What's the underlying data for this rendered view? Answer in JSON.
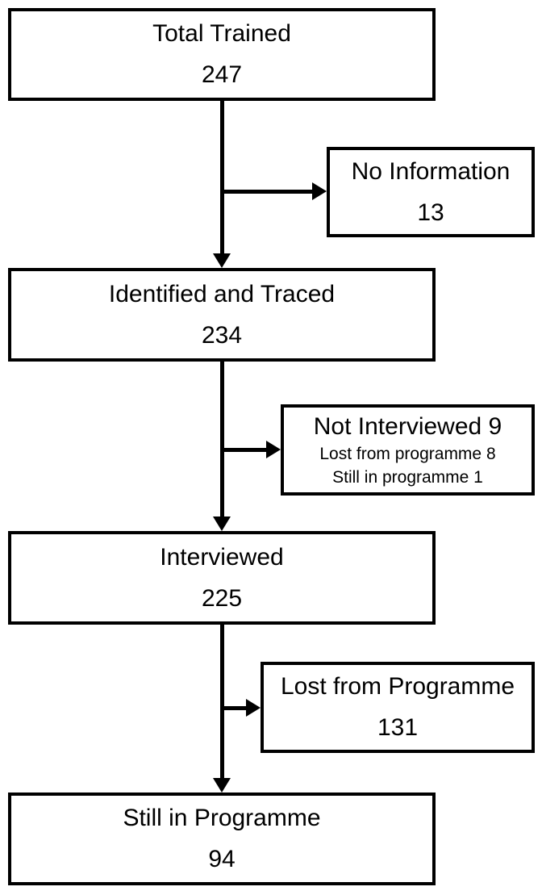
{
  "diagram": {
    "type": "flowchart",
    "colors": {
      "stroke": "#000000",
      "box_fill": "#ffffff",
      "background": "#ffffff"
    },
    "nodes": {
      "total_trained": {
        "label": "Total Trained",
        "value": "247"
      },
      "no_information": {
        "label": "No Information",
        "value": "13"
      },
      "identified_traced": {
        "label": "Identified and Traced",
        "value": "234"
      },
      "not_interviewed": {
        "heading": "Not Interviewed 9",
        "detail1": "Lost from programme 8",
        "detail2": "Still in programme 1"
      },
      "interviewed": {
        "label": "Interviewed",
        "value": "225"
      },
      "lost_from_programme": {
        "label": "Lost from Programme",
        "value": "131"
      },
      "still_in_programme": {
        "label": "Still in Programme",
        "value": "94"
      }
    },
    "edges": [
      {
        "from": "total_trained",
        "to": "identified_traced",
        "style": "arrow-down"
      },
      {
        "from": "total_trained",
        "to": "no_information",
        "style": "arrow-right"
      },
      {
        "from": "identified_traced",
        "to": "interviewed",
        "style": "arrow-down"
      },
      {
        "from": "identified_traced",
        "to": "not_interviewed",
        "style": "arrow-right"
      },
      {
        "from": "interviewed",
        "to": "still_in_programme",
        "style": "arrow-down"
      },
      {
        "from": "interviewed",
        "to": "lost_from_programme",
        "style": "arrow-right"
      }
    ]
  }
}
